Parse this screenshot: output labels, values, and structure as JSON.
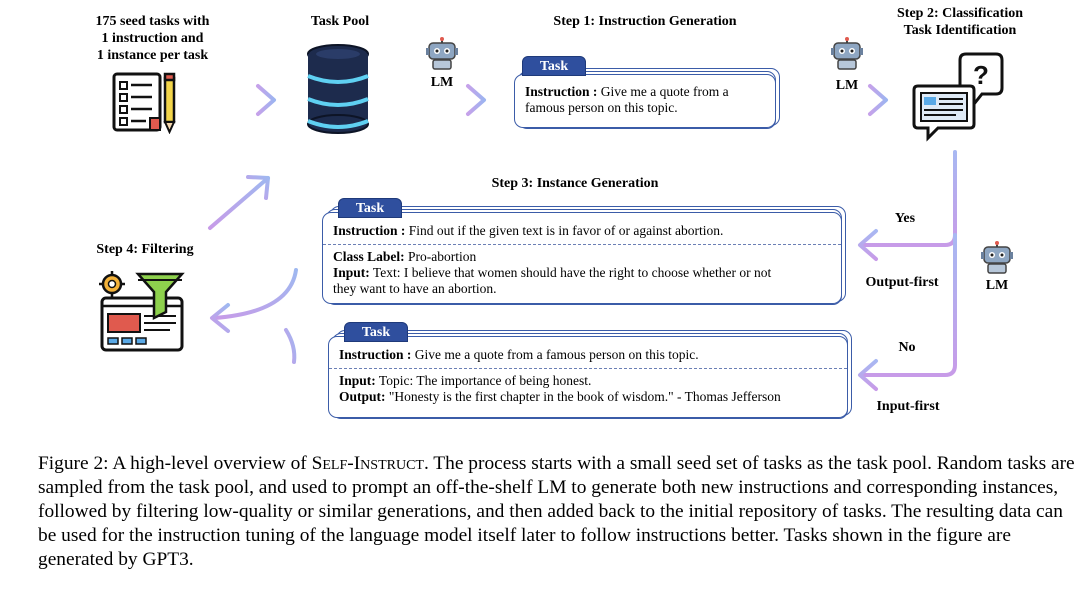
{
  "seed": {
    "line1": "175 seed tasks with",
    "line2": "1 instruction and",
    "line3": "1 instance per task"
  },
  "task_pool": {
    "label": "Task Pool"
  },
  "lm_label": "LM",
  "step1": {
    "title": "Step 1: Instruction Generation",
    "task_tab": "Task",
    "instruction_key": "Instruction :",
    "instruction_text": "Give me a quote from a",
    "instruction_text2": "famous person on this topic."
  },
  "step2": {
    "line1": "Step 2: Classification",
    "line2": "Task Identification"
  },
  "step3": {
    "title": "Step 3: Instance Generation",
    "card1": {
      "task_tab": "Task",
      "instruction_key": "Instruction :",
      "instruction_text": "Find out if the given text is in favor of or against abortion.",
      "class_key": "Class Label:",
      "class_text": "Pro-abortion",
      "input_key": "Input:",
      "input_text": "Text: I believe that women should have the right to choose whether or not",
      "input_text2": "they want to have an abortion."
    },
    "card2": {
      "task_tab": "Task",
      "instruction_key": "Instruction :",
      "instruction_text": "Give me a quote from a famous person on this topic.",
      "input_key": "Input:",
      "input_text": "Topic: The importance of being honest.",
      "output_key": "Output:",
      "output_text": "\"Honesty is the first chapter in the book of wisdom.\" - Thomas Jefferson"
    }
  },
  "branch": {
    "yes": "Yes",
    "output_first": "Output-first",
    "no": "No",
    "input_first": "Input-first"
  },
  "step4": {
    "title": "Step 4: Filtering"
  },
  "caption": {
    "prefix": "Figure 2: A high-level overview of ",
    "name": "Self-Instruct",
    "rest": ". The process starts with a small seed set of tasks as the task pool. Random tasks are sampled from the task pool, and used to prompt an off-the-shelf LM to generate both new instructions and corresponding instances, followed by filtering low-quality or similar generations, and then added back to the initial repository of tasks. The resulting data can be used for the instruction tuning of the language model itself later to follow instructions better. Tasks shown in the figure are generated by GPT3."
  },
  "colors": {
    "arrow_blue": "#9fb3ef",
    "arrow_purple": "#c79be8",
    "card_border": "#3b5ca8",
    "task_tab": "#2f4f9e"
  },
  "icons": [
    "checklist-icon",
    "database-icon",
    "robot-icon",
    "question-monitor-icon",
    "filter-gear-icon"
  ]
}
